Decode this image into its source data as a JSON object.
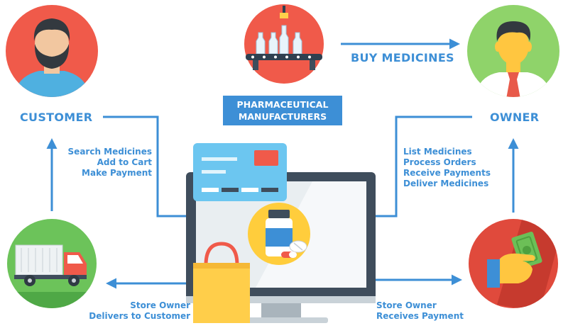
{
  "nodes": {
    "customer": {
      "label": "CUSTOMER"
    },
    "owner": {
      "label": "OWNER"
    },
    "manufacturers": {
      "line1": "PHARMACEUTICAL",
      "line2": "MANUFACTURERS"
    }
  },
  "edges": {
    "buy_medicines": "BUY MEDICINES",
    "customer_actions": [
      "Search Medicines",
      "Add to Cart",
      "Make Payment"
    ],
    "owner_actions": [
      "List Medicines",
      "Process Orders",
      "Receive Payments",
      "Deliver Medicines"
    ],
    "delivery": [
      "Store Owner",
      "Delivers to Customer"
    ],
    "payment": [
      "Store Owner",
      "Receives Payment"
    ]
  },
  "colors": {
    "accent": "#3d8fd6",
    "customer_circle": "#f05a4a",
    "factory_circle": "#f05a4a",
    "owner_circle": "#8fd36a",
    "truck_circle": "#6cc35a",
    "payment_circle": "#e04a3c",
    "monitor": "#3f4d5c",
    "card": "#6cc6f0",
    "bag": "#ffce4a"
  },
  "icons": [
    "customer-avatar-icon",
    "factory-bottles-icon",
    "owner-avatar-icon",
    "delivery-truck-icon",
    "money-hand-icon",
    "computer-monitor-icon",
    "credit-card-icon",
    "medicine-bottle-icon",
    "shopping-bag-icon"
  ]
}
